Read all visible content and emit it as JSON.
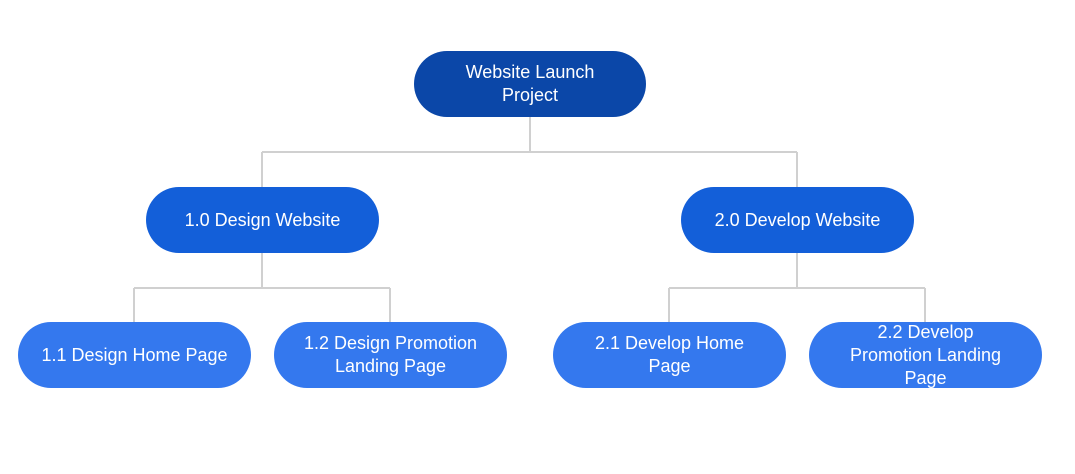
{
  "diagram": {
    "root": {
      "label": "Website Launch Project",
      "color": "#0b47a8"
    },
    "phases": [
      {
        "label": "1.0 Design Website",
        "color": "#135fd9",
        "tasks": [
          {
            "label": "1.1 Design Home Page",
            "color": "#3478ee"
          },
          {
            "label": "1.2 Design Promotion Landing Page",
            "color": "#3478ee"
          }
        ]
      },
      {
        "label": "2.0 Develop Website",
        "color": "#135fd9",
        "tasks": [
          {
            "label": "2.1 Develop Home Page",
            "color": "#3478ee"
          },
          {
            "label": "2.2 Develop Promotion Landing Page",
            "color": "#3478ee"
          }
        ]
      }
    ],
    "connector_color": "#d0d0d0"
  }
}
